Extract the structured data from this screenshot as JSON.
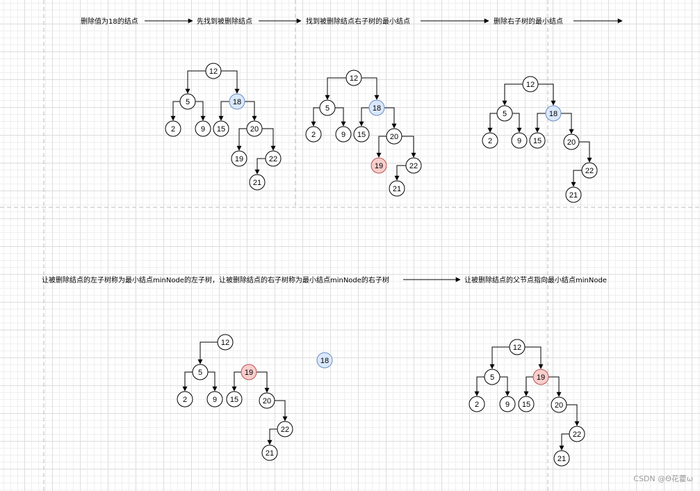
{
  "colors": {
    "node_fill": "#ffffff",
    "deleted_fill": "#dae8fc",
    "deleted_stroke": "#6c8ebf",
    "min_fill": "#f8cecc",
    "min_stroke": "#b85450",
    "separator": "#bdbdbd"
  },
  "captions": [
    "删除值为18的结点",
    "先找到被删除结点",
    "找到被删除结点右子树的最小结点",
    "删除右子树的最小结点",
    "让被删除结点的左子树称为最小结点minNode的左子树，让被删除结点的右子树称为最小结点minNode的右子树",
    "让被删除结点的父节点指向最小结点minNode"
  ],
  "watermark": "CSDN @Θ花藿ω",
  "diagrams": [
    {
      "id": "step1",
      "nodes": [
        {
          "id": "n12",
          "v": "12"
        },
        {
          "id": "n5",
          "v": "5"
        },
        {
          "id": "n18",
          "v": "18",
          "state": "deleted"
        },
        {
          "id": "n2",
          "v": "2"
        },
        {
          "id": "n9",
          "v": "9"
        },
        {
          "id": "n15",
          "v": "15"
        },
        {
          "id": "n20",
          "v": "20"
        },
        {
          "id": "n19",
          "v": "19"
        },
        {
          "id": "n22",
          "v": "22"
        },
        {
          "id": "n21",
          "v": "21"
        }
      ]
    },
    {
      "id": "step2",
      "nodes": [
        {
          "id": "n12",
          "v": "12"
        },
        {
          "id": "n5",
          "v": "5"
        },
        {
          "id": "n18",
          "v": "18",
          "state": "deleted"
        },
        {
          "id": "n2",
          "v": "2"
        },
        {
          "id": "n9",
          "v": "9"
        },
        {
          "id": "n15",
          "v": "15"
        },
        {
          "id": "n20",
          "v": "20"
        },
        {
          "id": "n19",
          "v": "19",
          "state": "min"
        },
        {
          "id": "n22",
          "v": "22"
        },
        {
          "id": "n21",
          "v": "21"
        }
      ]
    },
    {
      "id": "step3",
      "nodes": [
        {
          "id": "n12",
          "v": "12"
        },
        {
          "id": "n5",
          "v": "5"
        },
        {
          "id": "n18",
          "v": "18",
          "state": "deleted"
        },
        {
          "id": "n2",
          "v": "2"
        },
        {
          "id": "n9",
          "v": "9"
        },
        {
          "id": "n15",
          "v": "15"
        },
        {
          "id": "n20",
          "v": "20"
        },
        {
          "id": "n22",
          "v": "22"
        },
        {
          "id": "n21",
          "v": "21"
        }
      ]
    },
    {
      "id": "step4",
      "nodes": [
        {
          "id": "n12",
          "v": "12"
        },
        {
          "id": "n5",
          "v": "5"
        },
        {
          "id": "n19",
          "v": "19",
          "state": "min"
        },
        {
          "id": "n2",
          "v": "2"
        },
        {
          "id": "n9",
          "v": "9"
        },
        {
          "id": "n15",
          "v": "15"
        },
        {
          "id": "n20",
          "v": "20"
        },
        {
          "id": "n22",
          "v": "22"
        },
        {
          "id": "n21",
          "v": "21"
        },
        {
          "id": "n18",
          "v": "18",
          "state": "deleted"
        }
      ]
    },
    {
      "id": "step5",
      "nodes": [
        {
          "id": "n12",
          "v": "12"
        },
        {
          "id": "n5",
          "v": "5"
        },
        {
          "id": "n19",
          "v": "19",
          "state": "min"
        },
        {
          "id": "n2",
          "v": "2"
        },
        {
          "id": "n9",
          "v": "9"
        },
        {
          "id": "n15",
          "v": "15"
        },
        {
          "id": "n20",
          "v": "20"
        },
        {
          "id": "n22",
          "v": "22"
        },
        {
          "id": "n21",
          "v": "21"
        }
      ]
    }
  ]
}
